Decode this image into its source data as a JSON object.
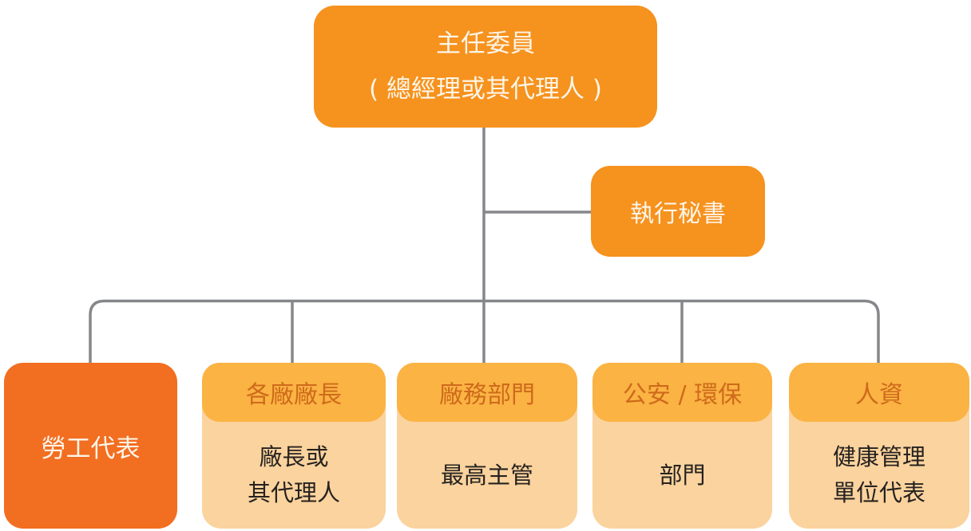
{
  "diagram": {
    "type": "org-chart",
    "colors": {
      "primary_orange": "#F6921E",
      "labor_rep_orange": "#F26E21",
      "header_amber": "#FBB343",
      "body_peach": "#FBD39E",
      "header_text_orange": "#CE6A1B",
      "body_text_dark": "#262220",
      "box_text_light": "#FDF5E8",
      "connector_gray": "#85878A"
    },
    "root": {
      "lines": [
        "主任委員",
        "( 總經理或其代理人 )"
      ]
    },
    "secretary": {
      "label": "執行秘書"
    },
    "children": [
      {
        "label": "勞工代表"
      },
      {
        "header": "各廠廠長",
        "lines": [
          "廠長或",
          "其代理人"
        ]
      },
      {
        "header": "廠務部門",
        "lines": [
          "最高主管"
        ]
      },
      {
        "header": "公安 / 環保",
        "lines": [
          "部門"
        ]
      },
      {
        "header": "人資",
        "lines": [
          "健康管理",
          "單位代表"
        ]
      }
    ]
  }
}
